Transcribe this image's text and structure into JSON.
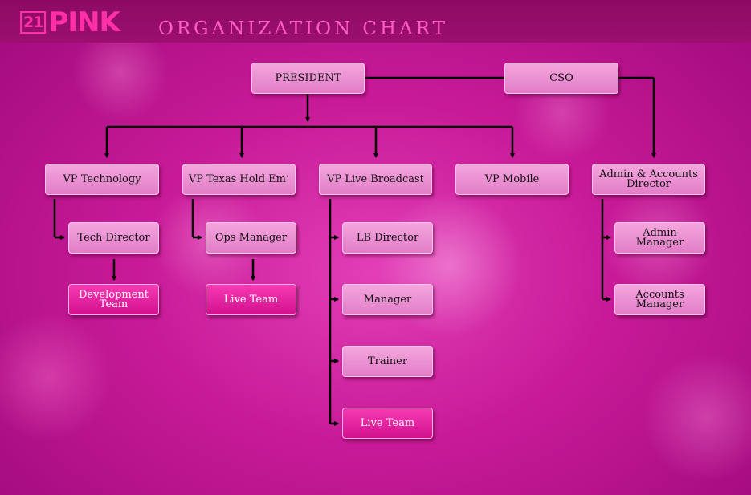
{
  "header": {
    "logo_number": "21",
    "logo_word": "PINK",
    "title": "ORGANIZATION  CHART"
  },
  "nodes": {
    "president": "PRESIDENT",
    "cso": "CSO",
    "vp_technology": "VP Technology",
    "vp_texas": "VP Texas Hold Em’",
    "vp_live_broadcast": "VP Live Broadcast",
    "vp_mobile": "VP Mobile",
    "admin_accounts_director": "Admin & Accounts Director",
    "tech_director": "Tech Director",
    "development_team": "Development Team",
    "ops_manager": "Ops Manager",
    "live_team_texas": "Live Team",
    "lb_director": "LB Director",
    "manager": "Manager",
    "trainer": "Trainer",
    "live_team_broadcast": "Live Team",
    "admin_manager": "Admin Manager",
    "accounts_manager": "Accounts Manager"
  },
  "colors": {
    "node_fill": "#e990d3",
    "node_highlight_fill": "#e824a3",
    "connector": "#000000",
    "brand": "#ff2fa8"
  }
}
